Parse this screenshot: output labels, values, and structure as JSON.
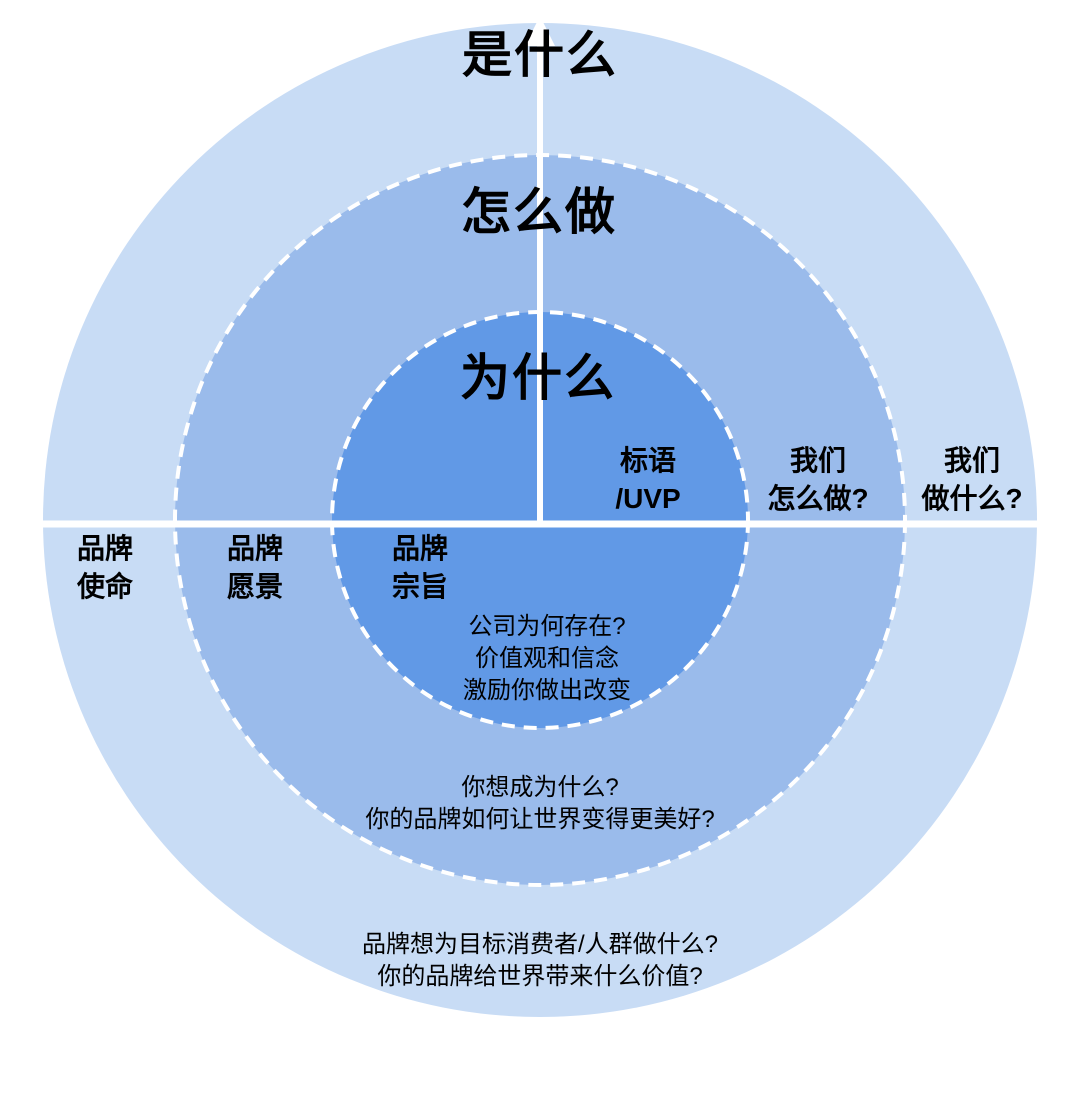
{
  "colors": {
    "outer_ring": "#C8DCF5",
    "middle_ring": "#9ABBEB",
    "inner_circle": "#6199E6",
    "axis_lines": "#FFFFFF",
    "text": "#000000"
  },
  "outer_ring": {
    "title": "是什么",
    "left_label": {
      "line1": "品牌",
      "line2": "使命"
    },
    "right_label": {
      "line1": "我们",
      "line2": "做什么?"
    },
    "description": {
      "line1": "品牌想为目标消费者/人群做什么?",
      "line2": "你的品牌给世界带来什么价值?"
    }
  },
  "middle_ring": {
    "title": "怎么做",
    "left_label": {
      "line1": "品牌",
      "line2": "愿景"
    },
    "right_label": {
      "line1": "我们",
      "line2": "怎么做?"
    },
    "description": {
      "line1": "你想成为什么?",
      "line2": "你的品牌如何让世界变得更美好?"
    }
  },
  "inner_circle": {
    "title": "为什么",
    "left_label": {
      "line1": "品牌",
      "line2": "宗旨"
    },
    "right_label": {
      "line1": "标语",
      "line2": "/UVP"
    },
    "description": {
      "line1": "公司为何存在?",
      "line2": "价值观和信念",
      "line3": "激励你做出改变"
    }
  }
}
